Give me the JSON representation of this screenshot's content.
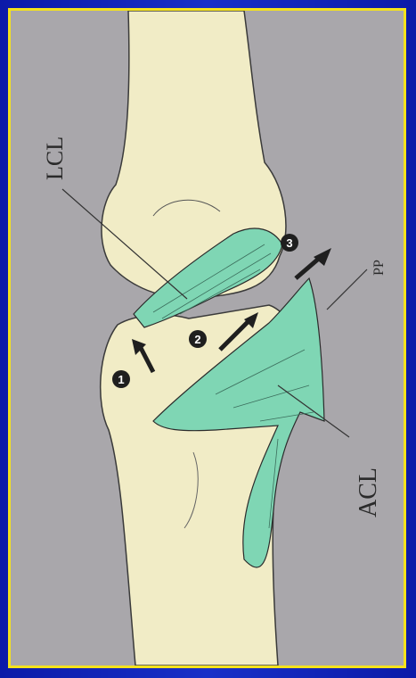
{
  "labels": {
    "lcl": "LCL",
    "pp": "PP",
    "acl": "ACL",
    "marker1": "1",
    "marker2": "2",
    "marker3": "3"
  },
  "colors": {
    "frame_border": "#f4e21c",
    "slide_background": "#a9a7ab",
    "bone": "#f1ecc6",
    "ligament": "#7fd6b4",
    "outline": "#2b2b2b"
  }
}
